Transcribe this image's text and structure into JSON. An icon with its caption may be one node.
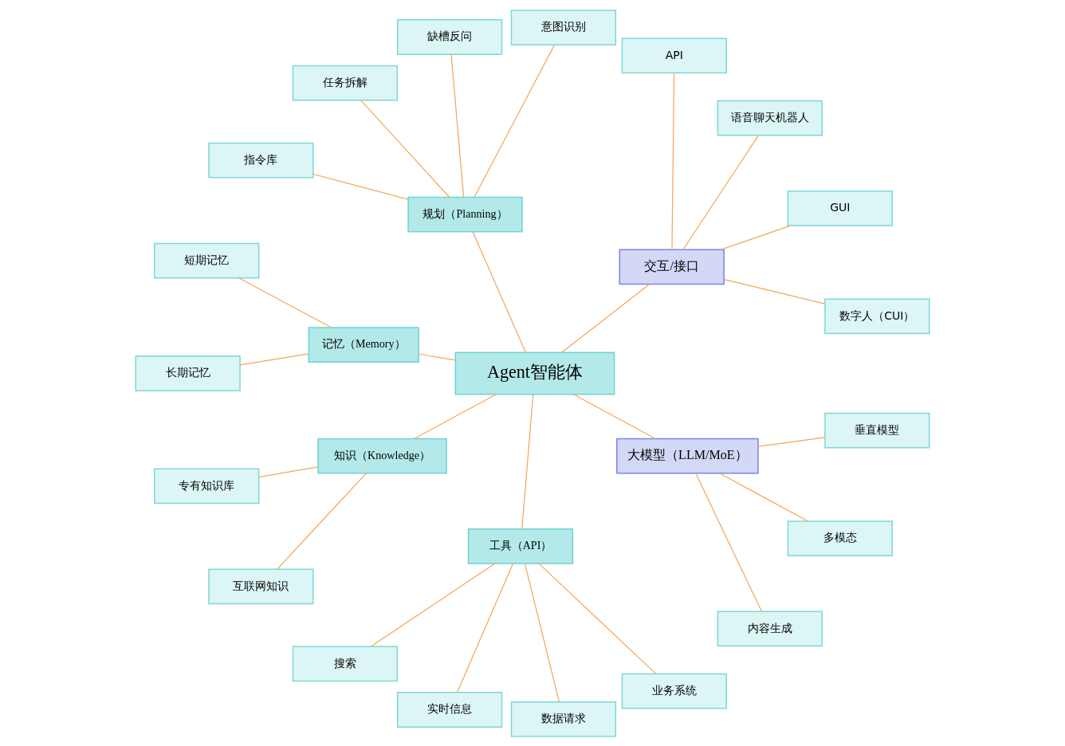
{
  "diagram": {
    "nodes": [
      {
        "text": [
          "数字人（CUI）"
        ]
      },
      {
        "text": [
          "GUI"
        ]
      },
      {
        "text": [
          "语音聊天机器人"
        ]
      },
      {
        "text": [
          "API"
        ]
      },
      {
        "text": [
          "交互/接口"
        ]
      },
      {
        "text": [
          "意图识别"
        ]
      },
      {
        "text": [
          "缺槽反问"
        ]
      },
      {
        "text": [
          "任务拆解"
        ]
      },
      {
        "text": [
          "指令库"
        ]
      },
      {
        "text": [
          "规划（Planning）"
        ]
      },
      {
        "text": [
          "记忆（Memory）"
        ]
      },
      {
        "text": [
          "短期记忆"
        ]
      },
      {
        "text": [
          "长期记忆"
        ]
      },
      {
        "text": [
          "Agent智能体"
        ]
      },
      {
        "text": [
          "搜索"
        ]
      },
      {
        "text": [
          "专有知识库"
        ]
      },
      {
        "text": [
          "实时信息"
        ]
      },
      {
        "text": [
          "知识（Knowledge）"
        ]
      },
      {
        "text": [
          "工具（API）"
        ]
      },
      {
        "text": [
          "互联网知识"
        ]
      },
      {
        "text": [
          "数据请求"
        ]
      },
      {
        "text": [
          "业务系统"
        ]
      },
      {
        "text": [
          "大模型（LLM/MoE）"
        ]
      },
      {
        "text": [
          "内容生成"
        ]
      },
      {
        "text": [
          "多模态"
        ]
      },
      {
        "text": [
          "垂直模型"
        ]
      }
    ],
    "edges": [
      {
        "from": 4,
        "to": 0,
        "arrow": "none"
      },
      {
        "from": 4,
        "to": 1,
        "arrow": "none"
      },
      {
        "from": 4,
        "to": 2,
        "arrow": "none"
      },
      {
        "from": 4,
        "to": 3,
        "arrow": "none"
      },
      {
        "from": 13,
        "to": 4,
        "arrow": "none"
      },
      {
        "from": 13,
        "to": 9,
        "arrow": "none"
      },
      {
        "from": 9,
        "to": 5,
        "arrow": "none"
      },
      {
        "from": 9,
        "to": 6,
        "arrow": "none"
      },
      {
        "from": 9,
        "to": 7,
        "arrow": "none"
      },
      {
        "from": 9,
        "to": 8,
        "arrow": "none"
      },
      {
        "from": 13,
        "to": 10,
        "arrow": "none"
      },
      {
        "from": 10,
        "to": 11,
        "arrow": "none"
      },
      {
        "from": 10,
        "to": 12,
        "arrow": "none"
      },
      {
        "from": 13,
        "to": 17,
        "arrow": "none"
      },
      {
        "from": 17,
        "to": 15,
        "arrow": "none"
      },
      {
        "from": 17,
        "to": 19,
        "arrow": "none"
      },
      {
        "from": 13,
        "to": 18,
        "arrow": "none"
      },
      {
        "from": 18,
        "to": 14,
        "arrow": "none"
      },
      {
        "from": 18,
        "to": 16,
        "arrow": "none"
      },
      {
        "from": 18,
        "to": 20,
        "arrow": "none"
      },
      {
        "from": 18,
        "to": 21,
        "arrow": "none"
      },
      {
        "from": 13,
        "to": 22,
        "arrow": "none"
      },
      {
        "from": 22,
        "to": 23,
        "arrow": "none"
      },
      {
        "from": 22,
        "to": 24,
        "arrow": "none"
      },
      {
        "from": 22,
        "to": 25,
        "arrow": "none"
      }
    ]
  }
}
